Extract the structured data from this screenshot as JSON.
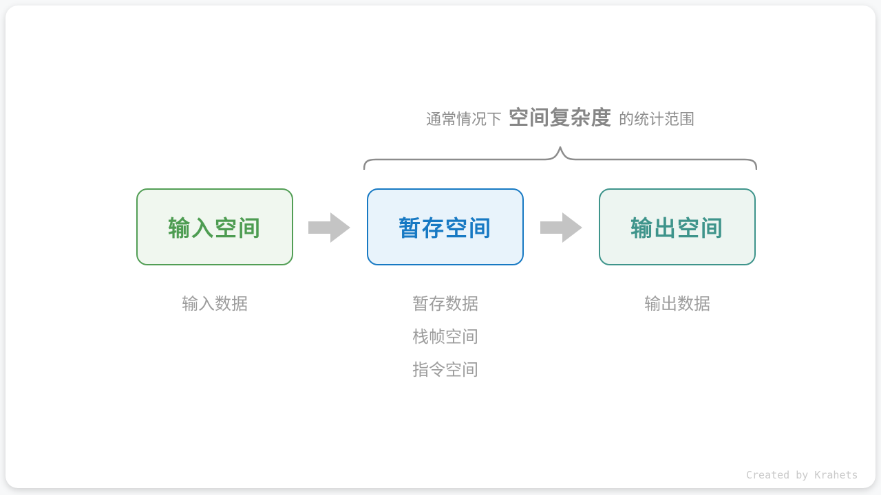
{
  "page": {
    "background_color": "#f7f8f9",
    "card_color": "#ffffff"
  },
  "caption": {
    "prefix": "通常情况下",
    "highlight": "空间复杂度",
    "suffix": "的统计范围",
    "text_color": "#8c8c8c"
  },
  "brace": {
    "color": "#8c8c8c",
    "spans": "temp-space and output-space boxes"
  },
  "boxes": [
    {
      "id": "input-space",
      "label": "输入空间",
      "text_color": "#4d9c51",
      "border_color": "#529e55",
      "fill_color": "#f0f7ef"
    },
    {
      "id": "temp-space",
      "label": "暂存空间",
      "text_color": "#1779c3",
      "border_color": "#1779c3",
      "fill_color": "#e8f3fb"
    },
    {
      "id": "output-space",
      "label": "输出空间",
      "text_color": "#3e948b",
      "border_color": "#3e948b",
      "fill_color": "#edf5f1"
    }
  ],
  "arrows": {
    "color": "#c4c4c4",
    "direction": "right"
  },
  "annotations": {
    "text_color": "#9c9c9c",
    "input": {
      "line1": "输入数据"
    },
    "temp": {
      "line1": "暂存数据",
      "line2": "栈帧空间",
      "line3": "指令空间"
    },
    "output": {
      "line1": "输出数据"
    }
  },
  "credit": {
    "text": "Created by Krahets",
    "color": "#c9c9c9"
  }
}
